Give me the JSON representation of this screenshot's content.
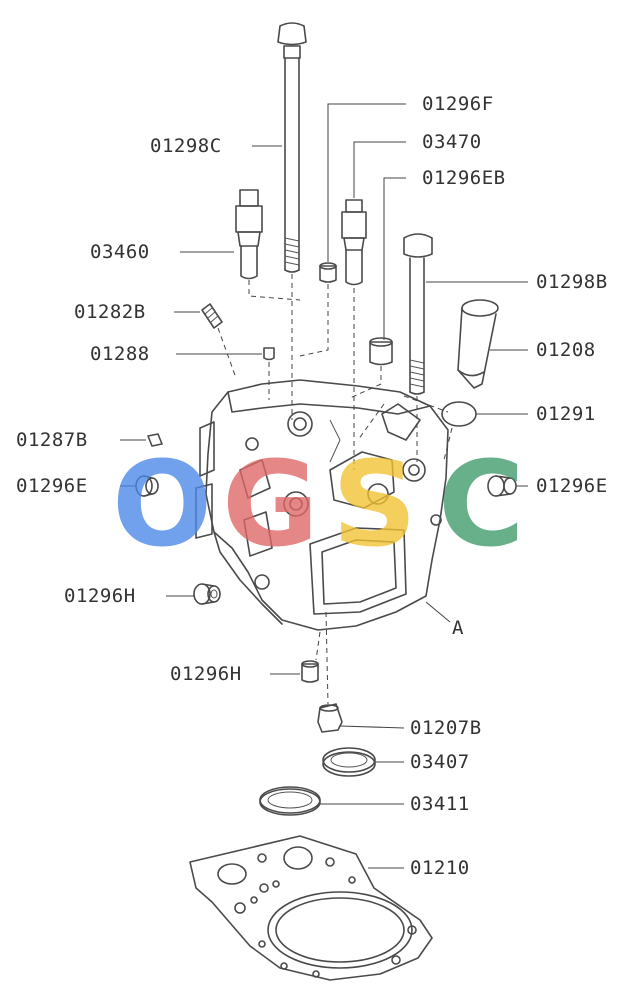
{
  "labels": {
    "l01298C": "01298C",
    "l01296F": "01296F",
    "l03470": "03470",
    "l01296EB": "01296EB",
    "l03460": "03460",
    "l01298B": "01298B",
    "l01282B": "01282B",
    "l01208": "01208",
    "l01288": "01288",
    "l01291": "01291",
    "l01287B": "01287B",
    "l01296E_left": "01296E",
    "l01296E_right": "01296E",
    "l01296H_side": "01296H",
    "lA": "A",
    "l01296H_bottom": "01296H",
    "l01207B": "01207B",
    "l03407": "03407",
    "l03411": "03411",
    "l01210": "01210"
  },
  "watermark": {
    "text": "OGSC",
    "letters": [
      "O",
      "G",
      "S",
      "C"
    ],
    "colors": [
      "#4a86e8",
      "#e06666",
      "#f1c232",
      "#3d9a6a"
    ]
  },
  "colors": {
    "line": "#4a4a4a",
    "text": "#333333",
    "background": "#ffffff"
  }
}
